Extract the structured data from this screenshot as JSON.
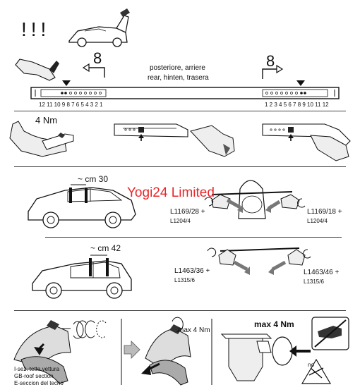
{
  "warning": "!!!",
  "section1": {
    "front_arrow_number": "8",
    "rear_arrow_number": "8",
    "rear_label_line1": "posteriore, arriere",
    "rear_label_line2": "rear, hinten, trasera",
    "scale_left": "12 11 10 9 8 7 6 5 4 3 2 1",
    "scale_left_bold": "8",
    "scale_right": "1 2 3 4 5 6 7 8 9 10 11 12",
    "scale_right_bold": "8"
  },
  "section2": {
    "torque": "4 Nm"
  },
  "section3": {
    "distance": "~ cm 30",
    "left_code_line1": "L1169/28 +",
    "left_code_line2": "L1204/4",
    "right_code_line1": "L1169/18 +",
    "right_code_line2": "L1204/4"
  },
  "section4": {
    "distance": "~ cm 42",
    "left_code_line1": "L1463/36 +",
    "left_code_line2": "L1315/6",
    "right_code_line1": "L1463/46 +",
    "right_code_line2": "L1315/6"
  },
  "section5": {
    "torque_middle": "max 4 Nm",
    "torque_right": "max 4 Nm",
    "no_label": "no",
    "roof_section_line1": "I-sez. tetto vettura",
    "roof_section_line2": "GB-roof section",
    "roof_section_line3": "E-seccion del techo"
  },
  "watermark": "Yogi24 Limited"
}
